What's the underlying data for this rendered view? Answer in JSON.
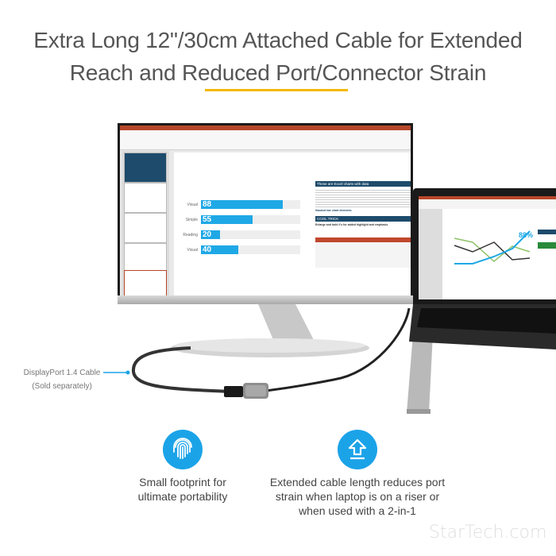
{
  "headline": {
    "line1": "Extra Long 12\"/30cm Attached Cable for Extended",
    "line2": "Reach and Reduced Port/Connector Strain"
  },
  "colors": {
    "accent_yellow": "#f5b800",
    "icon_blue": "#1ba3e8",
    "bar_blue": "#1fa8e6",
    "panel_navy": "#1e4b6b"
  },
  "monitor_slide": {
    "bars": [
      {
        "label": "Visual",
        "value": 88
      },
      {
        "label": "Simple",
        "value": 55
      },
      {
        "label": "Reading",
        "value": 20
      },
      {
        "label": "Visual",
        "value": 40
      }
    ],
    "panel_heading": "These are Excel charts with data",
    "panel_subheading": "Stacked bar chart elements",
    "panel_trick": "COOL TRICK",
    "panel_trick_text": "Enlarge and bold #'s for added highlight and emphasis."
  },
  "laptop_slide": {
    "highlight_value": "88%"
  },
  "cable_label": {
    "line1": "DisplayPort 1.4 Cable",
    "line2": "(Sold separately)"
  },
  "features": [
    {
      "icon": "fingerprint-icon",
      "line1": "Small footprint for",
      "line2": "ultimate portability"
    },
    {
      "icon": "upload-arrow-icon",
      "line1": "Extended cable length reduces port",
      "line2": "strain when laptop is on a riser or",
      "line3": "when used with a 2-in-1"
    }
  ],
  "brand": {
    "logo_text": "StarTech.com"
  }
}
